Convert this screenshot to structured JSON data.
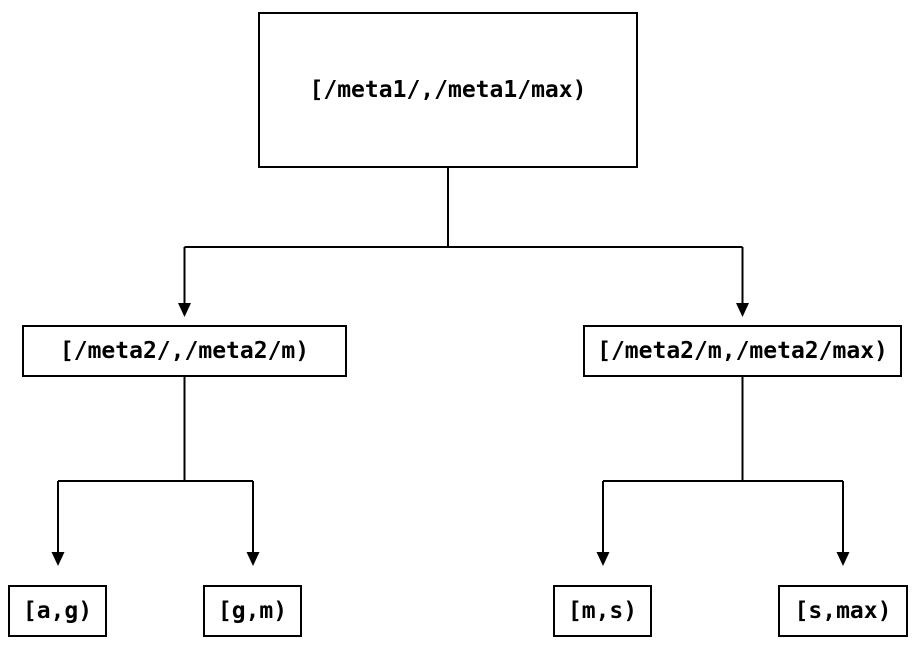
{
  "diagram": {
    "type": "tree",
    "colors": {
      "background": "#ffffff",
      "node_border": "#000000",
      "node_fill": "#ffffff",
      "text": "#000000",
      "edge": "#000000"
    },
    "nodes": {
      "root": {
        "label": "[/meta1/,/meta1/max)"
      },
      "meta2_left": {
        "label": "[/meta2/,/meta2/m)"
      },
      "meta2_right": {
        "label": "[/meta2/m,/meta2/max)"
      },
      "leaf_ag": {
        "label": "[a,g)"
      },
      "leaf_gm": {
        "label": "[g,m)"
      },
      "leaf_ms": {
        "label": "[m,s)"
      },
      "leaf_smax": {
        "label": "[s,max)"
      }
    },
    "edges": [
      {
        "from": "root",
        "to": "meta2_left"
      },
      {
        "from": "root",
        "to": "meta2_right"
      },
      {
        "from": "meta2_left",
        "to": "leaf_ag"
      },
      {
        "from": "meta2_left",
        "to": "leaf_gm"
      },
      {
        "from": "meta2_right",
        "to": "leaf_ms"
      },
      {
        "from": "meta2_right",
        "to": "leaf_smax"
      }
    ]
  }
}
